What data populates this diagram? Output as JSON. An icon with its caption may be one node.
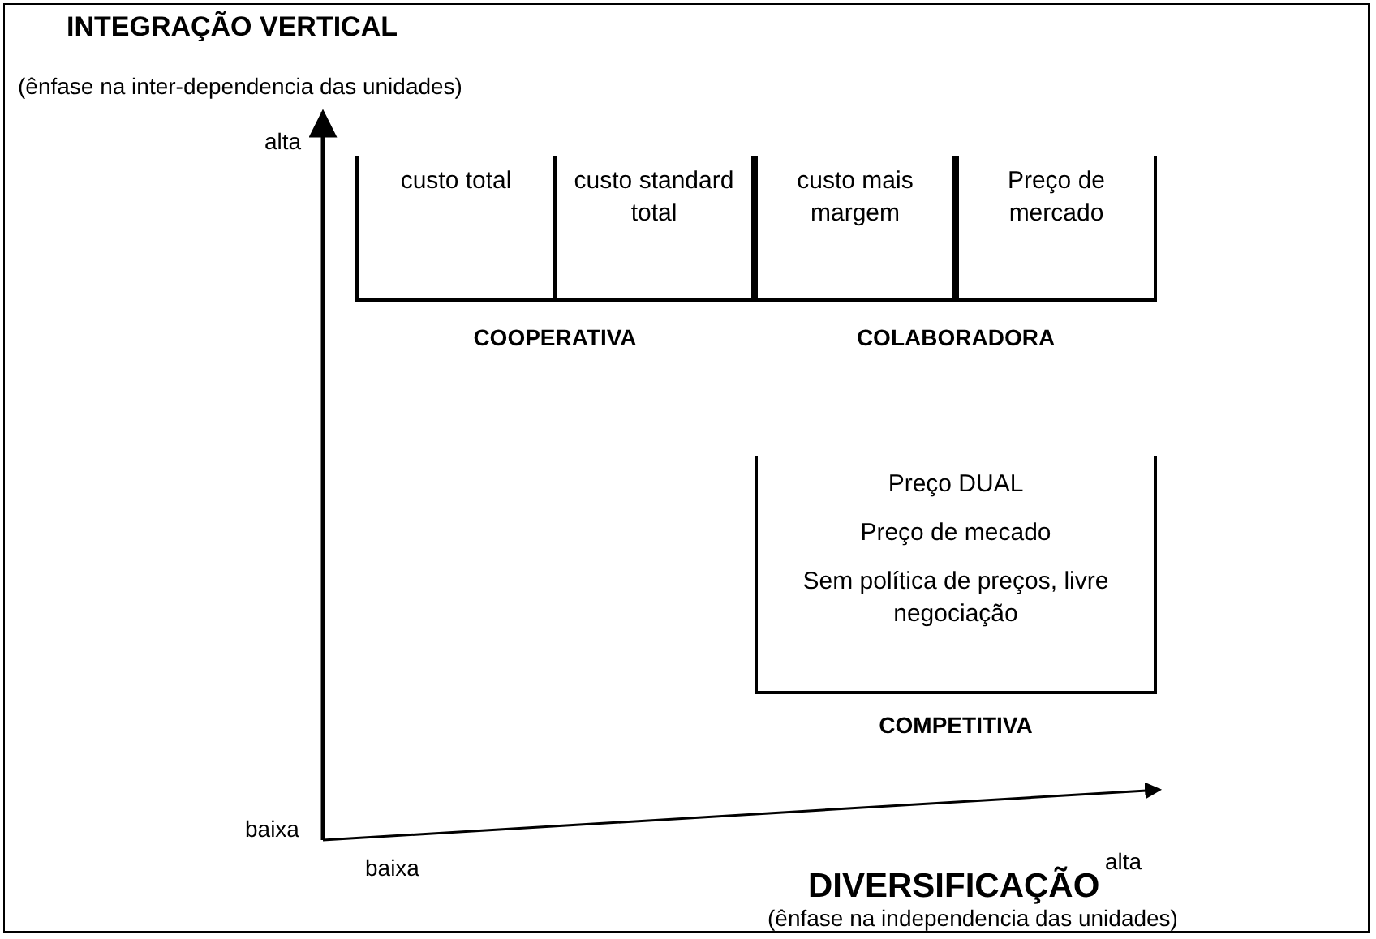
{
  "diagram": {
    "nodes": [
      {
        "text": [
          "COOPERATIVA"
        ]
      },
      {
        "text": [
          "custo total"
        ],
        "in": 0
      },
      {
        "text": [
          "custo standard total"
        ],
        "in": 0
      },
      {
        "text": [
          "COLABORADORA"
        ]
      },
      {
        "text": [
          "custo mais margem"
        ],
        "in": 3
      },
      {
        "text": [
          "Preço de mercado"
        ],
        "in": 3
      },
      {
        "text": [
          "Preço DUAL",
          "Preço de mecado",
          "Sem política de preços, livre negociação",
          "COMPETITIVA"
        ]
      }
    ],
    "labels": [
      "INTEGRAÇÃO VERTICAL",
      "(ênfase na inter-dependencia das unidades)",
      "alta",
      "baixa",
      "baixa",
      "alta",
      "DIVERSIFICAÇÃO",
      "(ênfase na independencia das unidades)"
    ]
  }
}
